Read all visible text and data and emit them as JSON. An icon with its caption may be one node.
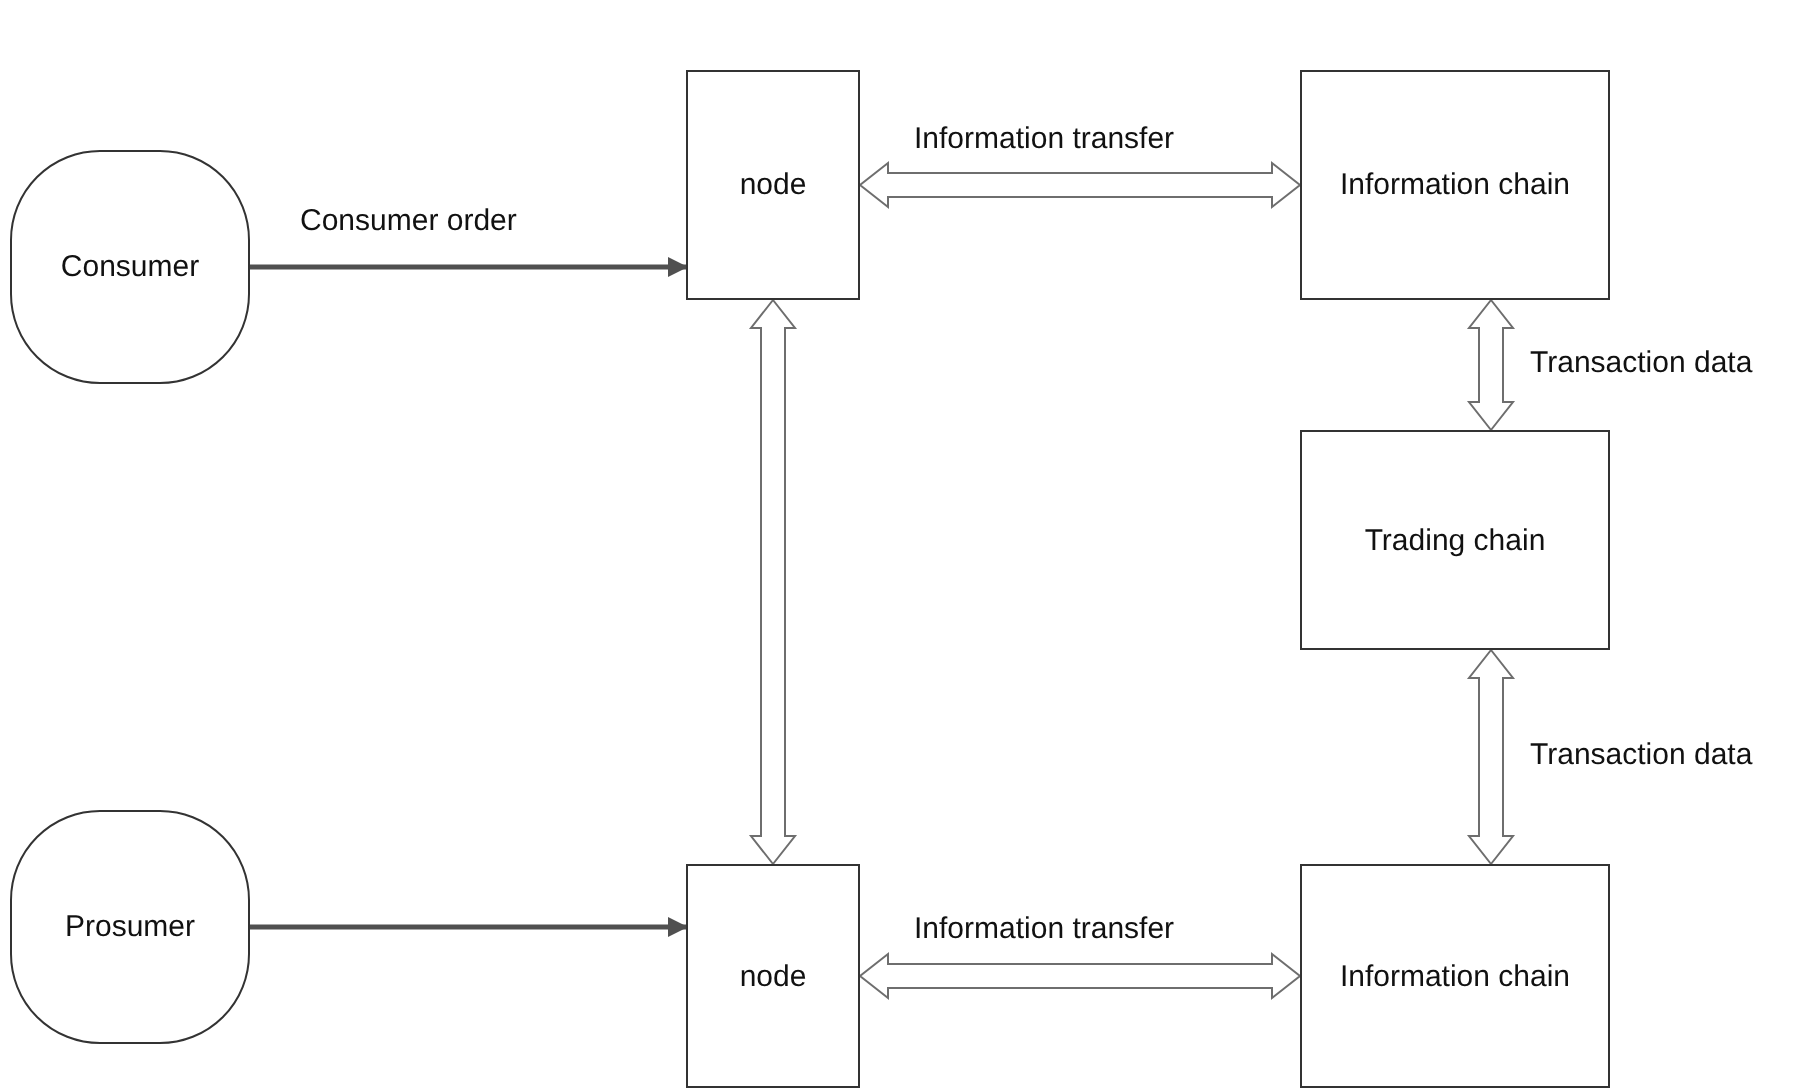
{
  "diagram": {
    "nodes": [
      {
        "text": [
          "Consumer"
        ]
      },
      {
        "text": [
          "node"
        ]
      },
      {
        "text": [
          "Information chain"
        ]
      },
      {
        "text": [
          "Trading chain"
        ]
      },
      {
        "text": [
          "Prosumer"
        ]
      },
      {
        "text": [
          "node"
        ]
      },
      {
        "text": [
          "Information chain"
        ]
      }
    ],
    "edges": [
      {
        "from": 0,
        "to": 1,
        "arrow": "to",
        "label": "Consumer order"
      },
      {
        "from": 1,
        "to": 2,
        "arrow": "both",
        "label": "Information transfer",
        "style": "thick"
      },
      {
        "from": 2,
        "to": 3,
        "arrow": "both",
        "label": "Transaction data",
        "style": "thick"
      },
      {
        "from": 3,
        "to": 6,
        "arrow": "both",
        "label": "Transaction data",
        "style": "thick"
      },
      {
        "from": 1,
        "to": 5,
        "arrow": "both",
        "style": "thick"
      },
      {
        "from": 4,
        "to": 5,
        "arrow": "to"
      },
      {
        "from": 5,
        "to": 6,
        "arrow": "both",
        "label": "Information transfer",
        "style": "thick"
      }
    ]
  }
}
